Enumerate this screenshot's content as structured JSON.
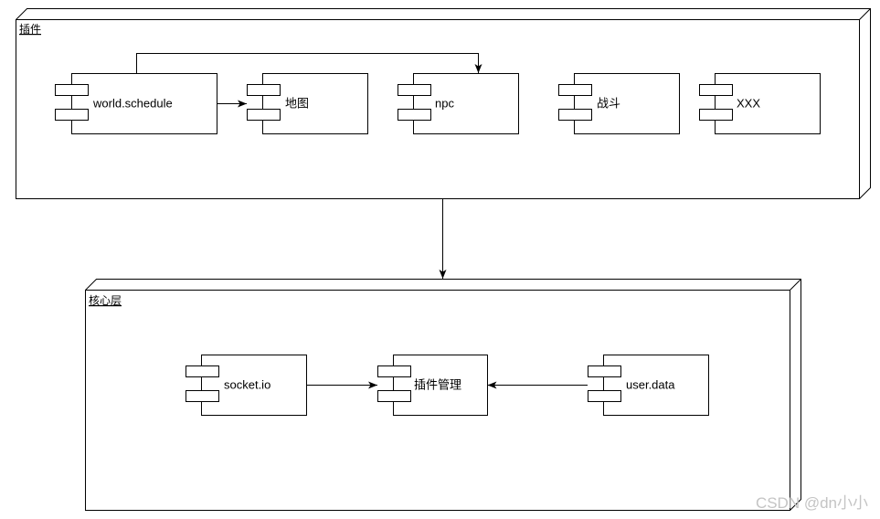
{
  "plugin_node": {
    "label": "插件",
    "components": [
      {
        "label": "world.schedule"
      },
      {
        "label": "地图"
      },
      {
        "label": "npc"
      },
      {
        "label": "战斗"
      },
      {
        "label": "XXX"
      }
    ]
  },
  "core_node": {
    "label": "核心层",
    "components": [
      {
        "label": "socket.io"
      },
      {
        "label": "插件管理"
      },
      {
        "label": "user.data"
      }
    ]
  },
  "watermark": "CSDN @dn小小",
  "colors": {
    "background": "#ffffff",
    "stroke": "#000000",
    "watermark": "#c4c4c4"
  }
}
